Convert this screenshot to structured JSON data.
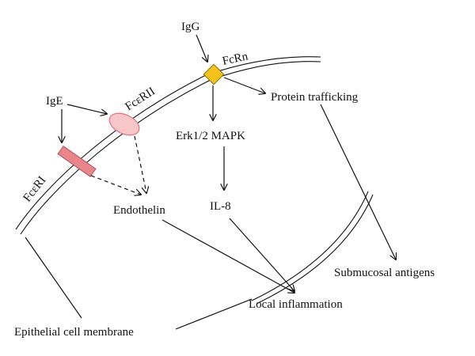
{
  "labels": {
    "igg": "IgG",
    "fcrn": "FcRn",
    "protein_trafficking": "Protein trafficking",
    "ige": "IgE",
    "fcerii": "FcεRII",
    "fceri": "FcεRI",
    "erk": "Erk1/2 MAPK",
    "endothelin": "Endothelin",
    "il8": "IL-8",
    "submucosal_antigens": "Submucosal antigens",
    "local_inflammation": "Local inflammation",
    "epithelial_membrane": "Epithelial cell membrane"
  },
  "colors": {
    "fcrn_fill": "#f5c21b",
    "fcerii_fill": "#f7c6c9",
    "fcerii_stroke": "#d9737c",
    "fceri_fill": "#e8868c",
    "fceri_stroke": "#b94f57"
  }
}
